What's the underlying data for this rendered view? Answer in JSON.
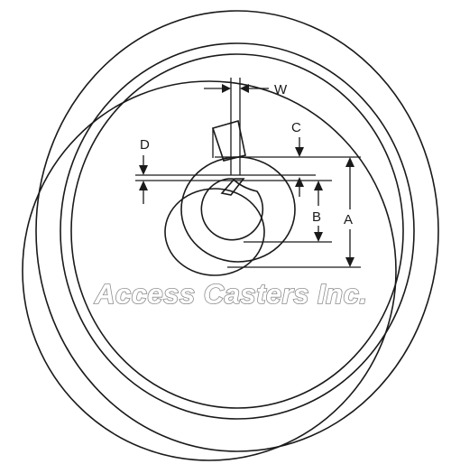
{
  "labels": {
    "w": "W",
    "c": "C",
    "d": "D",
    "b": "B",
    "a": "A"
  },
  "watermark": "Access Casters Inc.",
  "colors": {
    "outline": "#1a1a1a",
    "shade": "#e8ecf6",
    "watermark_stroke": "#8c8c8c"
  }
}
